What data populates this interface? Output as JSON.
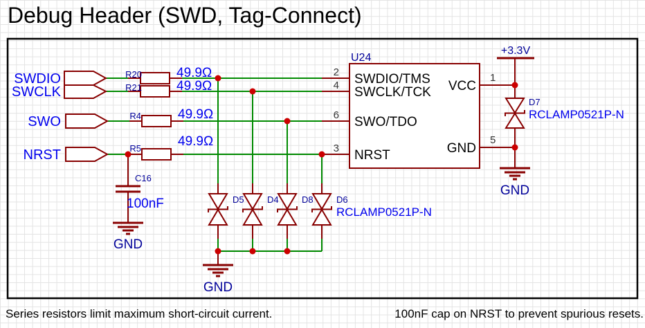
{
  "title": "Debug Header (SWD, Tag-Connect)",
  "notes": {
    "left": "Series resistors limit maximum short-circuit current.",
    "right": "100nF cap on NRST to prevent spurious resets."
  },
  "nets": {
    "swdio": "SWDIO",
    "swclk": "SWCLK",
    "swo": "SWO",
    "nrst": "NRST"
  },
  "power": {
    "vcc": "+3.3V",
    "gnd": "GND"
  },
  "resistors": [
    {
      "ref": "R20",
      "value": "49.9Ω"
    },
    {
      "ref": "R21",
      "value": "49.9Ω"
    },
    {
      "ref": "R4",
      "value": "49.9Ω"
    },
    {
      "ref": "R5",
      "value": "49.9Ω"
    }
  ],
  "capacitor": {
    "ref": "C16",
    "value": "100nF"
  },
  "ic": {
    "ref": "U24",
    "left_pins": [
      {
        "number": "2",
        "name": "SWDIO/TMS"
      },
      {
        "number": "4",
        "name": "SWCLK/TCK"
      },
      {
        "number": "6",
        "name": "SWO/TDO"
      },
      {
        "number": "3",
        "name": "NRST"
      }
    ],
    "right_pins": [
      {
        "number": "1",
        "name": "VCC"
      },
      {
        "number": "5",
        "name": "GND"
      }
    ]
  },
  "diodes": {
    "d5": {
      "ref": "D5"
    },
    "d4": {
      "ref": "D4"
    },
    "d8": {
      "ref": "D8"
    },
    "d6": {
      "ref": "D6",
      "value": "RCLAMP0521P-N"
    },
    "d7": {
      "ref": "D7",
      "value": "RCLAMP0521P-N"
    }
  },
  "colors": {
    "wire": "#008a00",
    "component": "#880000",
    "junction": "#cc0000",
    "value_text": "#0000ee",
    "ref_text": "#000099",
    "pin_number": "#333333",
    "pin_name": "#000000",
    "grid": "#e3e3e3"
  }
}
